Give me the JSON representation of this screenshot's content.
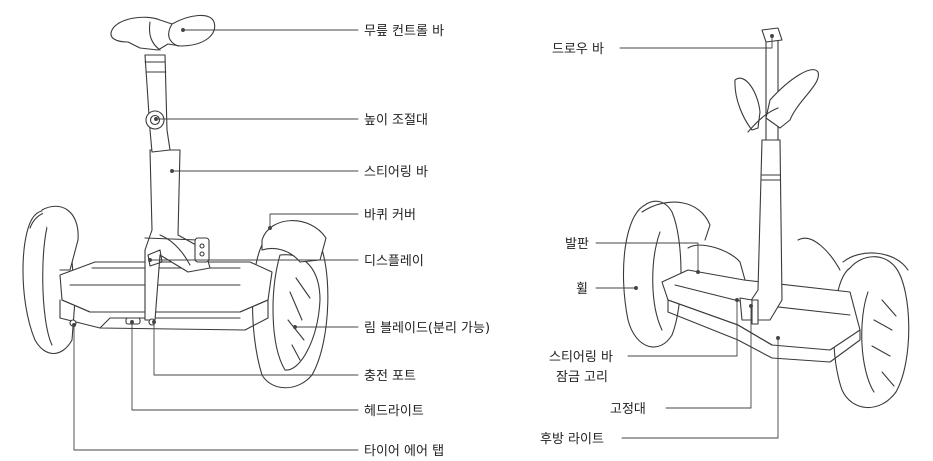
{
  "line_color": "#3a3a3a",
  "fill_color": "#ffffff",
  "text_color": "#222222",
  "left_diagram": {
    "labels": {
      "knee_control_bar": "무릎 컨트롤 바",
      "height_adjuster": "높이 조절대",
      "steering_bar": "스티어링 바",
      "wheel_cover": "바퀴 커버",
      "display": "디스플레이",
      "rim_blade": "림 블레이드(분리 가능)",
      "charging_port": "충전 포트",
      "headlight": "헤드라이트",
      "tire_air_tap": "타이어 에어 탭"
    }
  },
  "right_diagram": {
    "labels": {
      "draw_bar": "드로우 바",
      "footplate": "발판",
      "wheel": "휠",
      "steering_lock_line1": "스티어링 바",
      "steering_lock_line2": "잠금 고리",
      "kickstand": "고정대",
      "rear_light": "후방 라이트"
    }
  }
}
